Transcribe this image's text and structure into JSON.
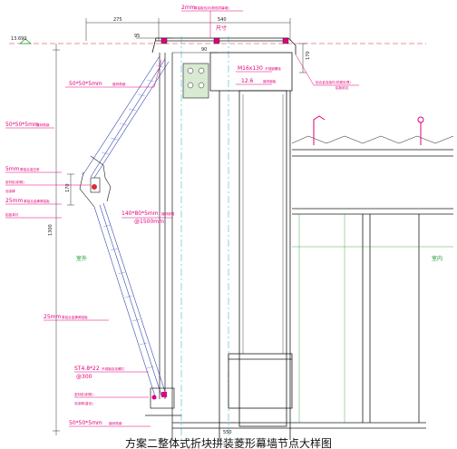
{
  "colors": {
    "structure": "#1a1a1a",
    "annotation": "#e0007a",
    "centerline": "#18a6c8",
    "level": "#d43030",
    "space_label": "#1a9a2a",
    "glass": "#3a4ab0"
  },
  "dimensions": {
    "top_left": "275",
    "top_total": "540",
    "top_mid": "95",
    "inner_mid": "90",
    "right_vertical": "170",
    "left_vertical": "1300",
    "mid_vertical": "170",
    "bottom_width": "550"
  },
  "level_mark": "13.690",
  "annotations": {
    "top_plate": "2mm",
    "top_plate_small": "厚铝板包封(颜色同幕墙)",
    "top_tag": "尺寸",
    "angle_top": "50*50*5mm",
    "angle_top_small": "镀锌角钢",
    "angle_mid": "50*50*5mm",
    "angle_mid_small": "镀锌角钢",
    "bolt": "M16x130",
    "bolt_small": "不锈钢螺栓",
    "plate": "12.6",
    "plate_small": "镀锌钢板",
    "right_tag1": "铝合金连接件(防腐处理)",
    "right_tag2": "铝板收边",
    "aluminum5": "5mm",
    "aluminum5_small": "厚铝合金压条",
    "seal1": "密封胶(耐候)",
    "seal2": "泡沫棒",
    "panel25": "25mm",
    "panel25_small": "厚铝合金蜂窝铝板",
    "seal3": "铝板背衬",
    "tube": "140*80*5mm",
    "tube_small": "镀锌钢管",
    "tube_spacing": "@1500mm",
    "panel25b": "25mm",
    "panel25b_small": "厚铝合金蜂窝铝板",
    "screw": "ST4.8*22",
    "screw_small": "不锈钢自攻螺钉",
    "screw_spacing": "@300",
    "seal_bottom": "密封胶(耐候)",
    "seal_bottom2": "泡沫棒(直径)",
    "angle_bottom": "50*50*5mm",
    "angle_bottom_small": "镀锌角钢"
  },
  "space_labels": {
    "outdoor": "室外",
    "indoor": "室内"
  },
  "caption": "方案二整体式折块拼装菱形幕墙节点大样图"
}
